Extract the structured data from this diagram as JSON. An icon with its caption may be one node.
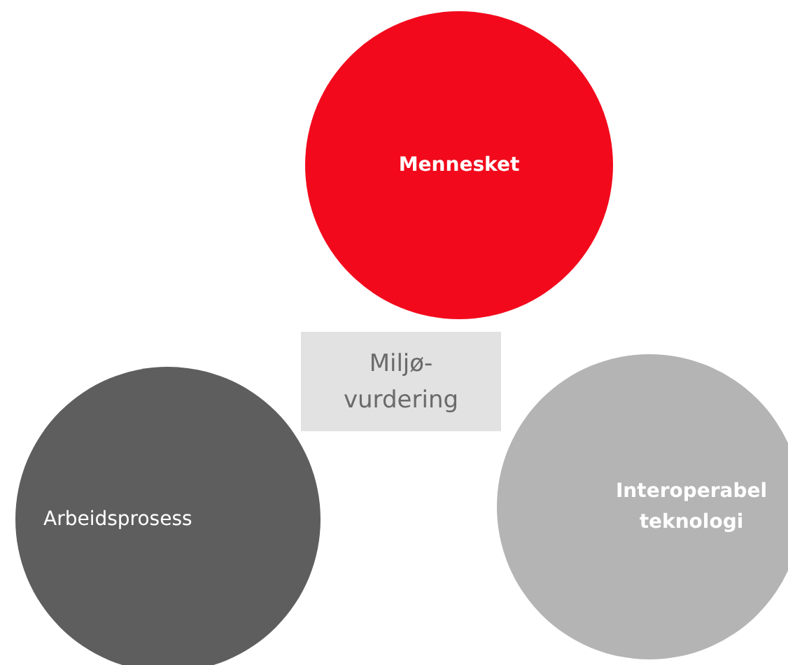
{
  "diagram": {
    "nodes": [
      {
        "text": [
          "Mennesket"
        ]
      },
      {
        "text": [
          "Miljø-vurdering"
        ]
      },
      {
        "text": [
          "Arbeidsprosess"
        ]
      },
      {
        "text": [
          "Interoperabel teknologi"
        ]
      }
    ],
    "edges": []
  }
}
